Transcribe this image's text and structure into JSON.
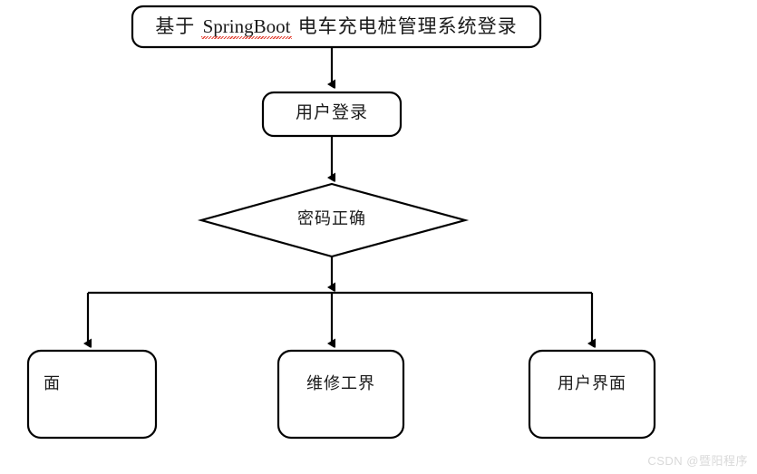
{
  "diagram": {
    "type": "flowchart",
    "title": "基于 SpringBoot 电车充电桩管理系统登录",
    "background_color": "#ffffff",
    "stroke_color": "#000000",
    "text_color": "#1a1a1a",
    "spellcheck_underline_color": "#e34234",
    "nodes": {
      "title": {
        "shape": "rounded-rectangle",
        "text_prefix": "基于 ",
        "text_latin": "SpringBoot",
        "text_suffix": " 电车充电桩管理系统登录",
        "full_text": "基于 SpringBoot 电车充电桩管理系统登录"
      },
      "login": {
        "shape": "rounded-rectangle",
        "label": "用户登录"
      },
      "decision": {
        "shape": "diamond",
        "label": "密码正确"
      },
      "leaf_left": {
        "shape": "rounded-rectangle",
        "label": "面"
      },
      "leaf_mid": {
        "shape": "rounded-rectangle",
        "label": "维修工界"
      },
      "leaf_right": {
        "shape": "rounded-rectangle",
        "label": "用户界面"
      }
    },
    "edges": [
      {
        "from": "title",
        "to": "login",
        "style": "straight-arrow"
      },
      {
        "from": "login",
        "to": "decision",
        "style": "straight-arrow"
      },
      {
        "from": "decision",
        "to": "leaf_left",
        "style": "elbow-arrow"
      },
      {
        "from": "decision",
        "to": "leaf_mid",
        "style": "straight-arrow"
      },
      {
        "from": "decision",
        "to": "leaf_right",
        "style": "elbow-arrow"
      }
    ]
  },
  "watermark": {
    "text": "CSDN @暨阳程序"
  }
}
